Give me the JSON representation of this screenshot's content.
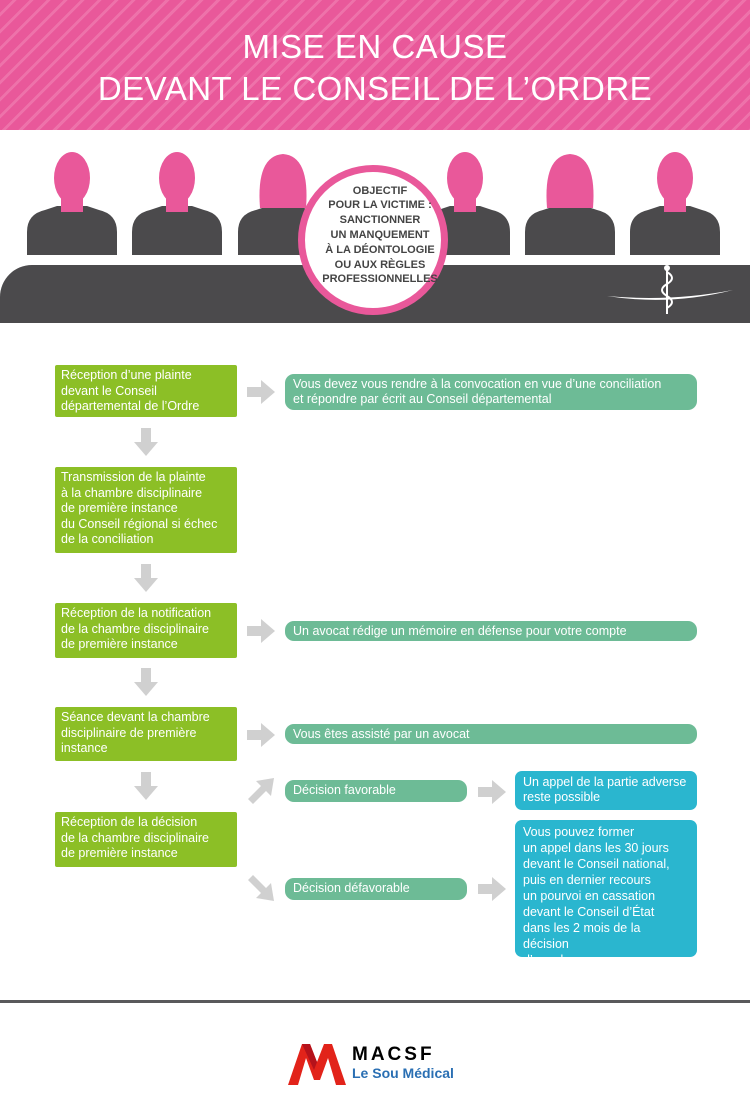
{
  "header": {
    "title_line1": "MISE EN CAUSE",
    "title_line2": "DEVANT LE CONSEIL DE L’ORDRE"
  },
  "objective": {
    "lines": [
      "OBJECTIF",
      "POUR LA VICTIME :",
      "SANCTIONNER",
      "UN MANQUEMENT",
      "À LA DÉONTOLOGIE",
      "OU AUX RÈGLES",
      "PROFESSIONNELLES"
    ]
  },
  "steps": {
    "s1": [
      "Réception d’une plainte",
      "devant le Conseil",
      "départemental de l’Ordre"
    ],
    "s2": [
      "Transmission de la plainte",
      "à la chambre disciplinaire",
      "de première instance",
      "du Conseil régional si échec",
      "de la conciliation"
    ],
    "s3": [
      "Réception de la notification",
      "de la chambre disciplinaire",
      "de première instance"
    ],
    "s4": [
      "Séance devant la chambre",
      "disciplinaire de première",
      "instance"
    ],
    "s5": [
      "Réception de la décision",
      "de la chambre disciplinaire",
      "de première instance"
    ]
  },
  "outcomes": {
    "o1": [
      "Vous devez vous rendre à la convocation en vue d’une conciliation",
      "et répondre par écrit au Conseil départemental"
    ],
    "o3": "Un avocat rédige un mémoire en défense pour votre compte",
    "o4": "Vous êtes assisté par un avocat",
    "favorable": "Décision favorable",
    "defavorable": "Décision défavorable",
    "favorable_result": [
      "Un appel de la partie adverse",
      "reste possible"
    ],
    "defavorable_result": [
      "Vous pouvez former",
      "un appel dans les 30 jours",
      "devant le Conseil national,",
      "puis en dernier recours",
      "un pourvoi en cassation",
      "devant le Conseil d’État",
      "dans les 2 mois de la décision",
      "d’appel"
    ]
  },
  "footer": {
    "brand": "MACSF",
    "tagline": "Le Sou Médical"
  },
  "colors": {
    "pink": "#e9589a",
    "green": "#8cbf26",
    "teal": "#6dbb96",
    "blue": "#2ab6cf",
    "dark": "#4b4a4c",
    "arrow": "#d0d0d0"
  }
}
